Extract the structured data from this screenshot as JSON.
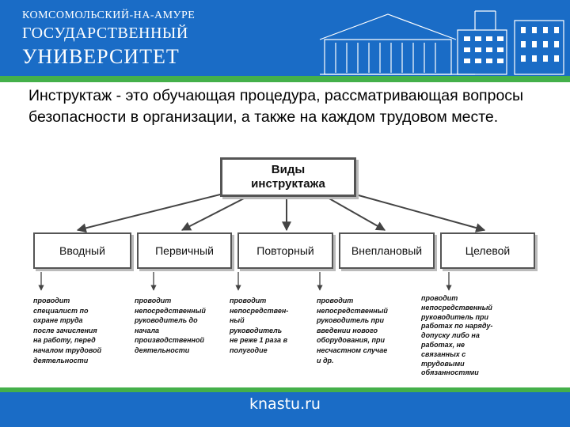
{
  "header": {
    "line1": "КОМСОМОЛЬСКИЙ-НА-АМУРЕ",
    "line2": "ГОСУДАРСТВЕННЫЙ",
    "line3": "УНИВЕРСИТЕТ",
    "building_icon": "university-building-icon"
  },
  "intro": "Инструктаж - это обучающая процедура, рассматривающая вопросы безопасности в организации, а также на каждом трудовом месте.",
  "diagram": {
    "root_line1": "Виды",
    "root_line2": "инструктажа",
    "types": [
      {
        "label": "Вводный",
        "desc": [
          "проводит",
          "специалист по",
          "охране труда",
          "после зачисления",
          "на работу, перед",
          "началом трудовой",
          "деятельности"
        ]
      },
      {
        "label": "Первичный",
        "desc": [
          "проводит",
          "непосредственный",
          "руководитель до",
          "начала",
          "производственной",
          "деятельности"
        ]
      },
      {
        "label": "Повторный",
        "desc": [
          "проводит",
          "непосредствен-",
          "ный",
          "руководитель",
          "не реже 1 раза в",
          "полугодие"
        ]
      },
      {
        "label": "Внеплановый",
        "desc": [
          "проводит",
          "непосредственный",
          "руководитель при",
          "введении нового",
          "оборудования, при",
          "несчастном случае",
          "и др."
        ]
      },
      {
        "label": "Целевой",
        "desc": [
          "проводит",
          "непосредственный",
          "руководитель при",
          "работах по наряду-",
          "допуску либо на",
          "работах, не",
          "связанных с",
          "трудовыми",
          "обязанностями"
        ]
      }
    ]
  },
  "footer": {
    "site": "knastu.ru"
  },
  "colors": {
    "header_blue": "#1a6cc6",
    "accent_green": "#44b04a",
    "box_border": "#555555"
  }
}
